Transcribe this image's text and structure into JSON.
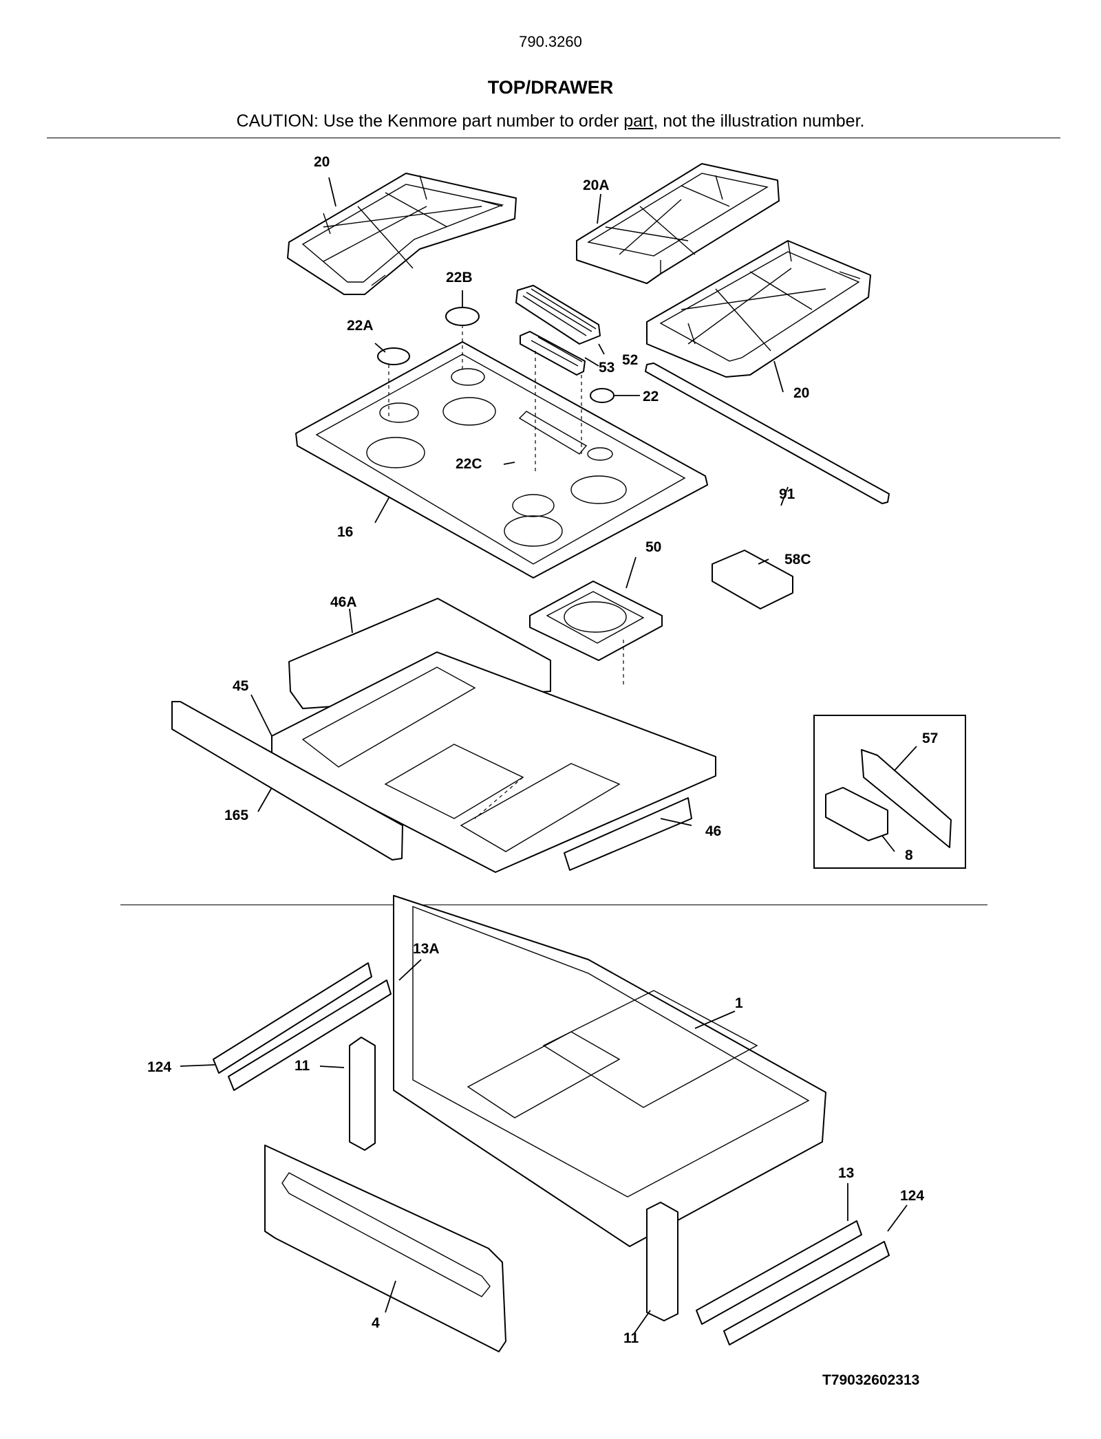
{
  "header": {
    "model": "790.3260",
    "title": "TOP/DRAWER",
    "caution_before": "CAUTION: Use the Kenmore part number to order ",
    "caution_link": "part",
    "caution_after": ", not the illustration number."
  },
  "labels": {
    "grate_left": "20",
    "grate_top_right": "20A",
    "grate_right": "20",
    "cap_22b": "22B",
    "cap_22a": "22A",
    "cap_22": "22",
    "cap_22c": "22C",
    "vent_52": "52",
    "vent_53": "53",
    "cooktop_16": "16",
    "trim_91": "91",
    "pan_50": "50",
    "block_58c": "58C",
    "bracket_46a": "46A",
    "bracket_45": "45",
    "bracket_165": "165",
    "bracket_46": "46",
    "inset_57": "57",
    "inset_8": "8",
    "slide_13a": "13A",
    "drawer_1": "1",
    "slide_124_left": "124",
    "bracket_11_left": "11",
    "slide_13": "13",
    "slide_124_right": "124",
    "panel_4": "4",
    "bracket_11_right": "11"
  },
  "footer": {
    "part_code": "T79032602313"
  }
}
